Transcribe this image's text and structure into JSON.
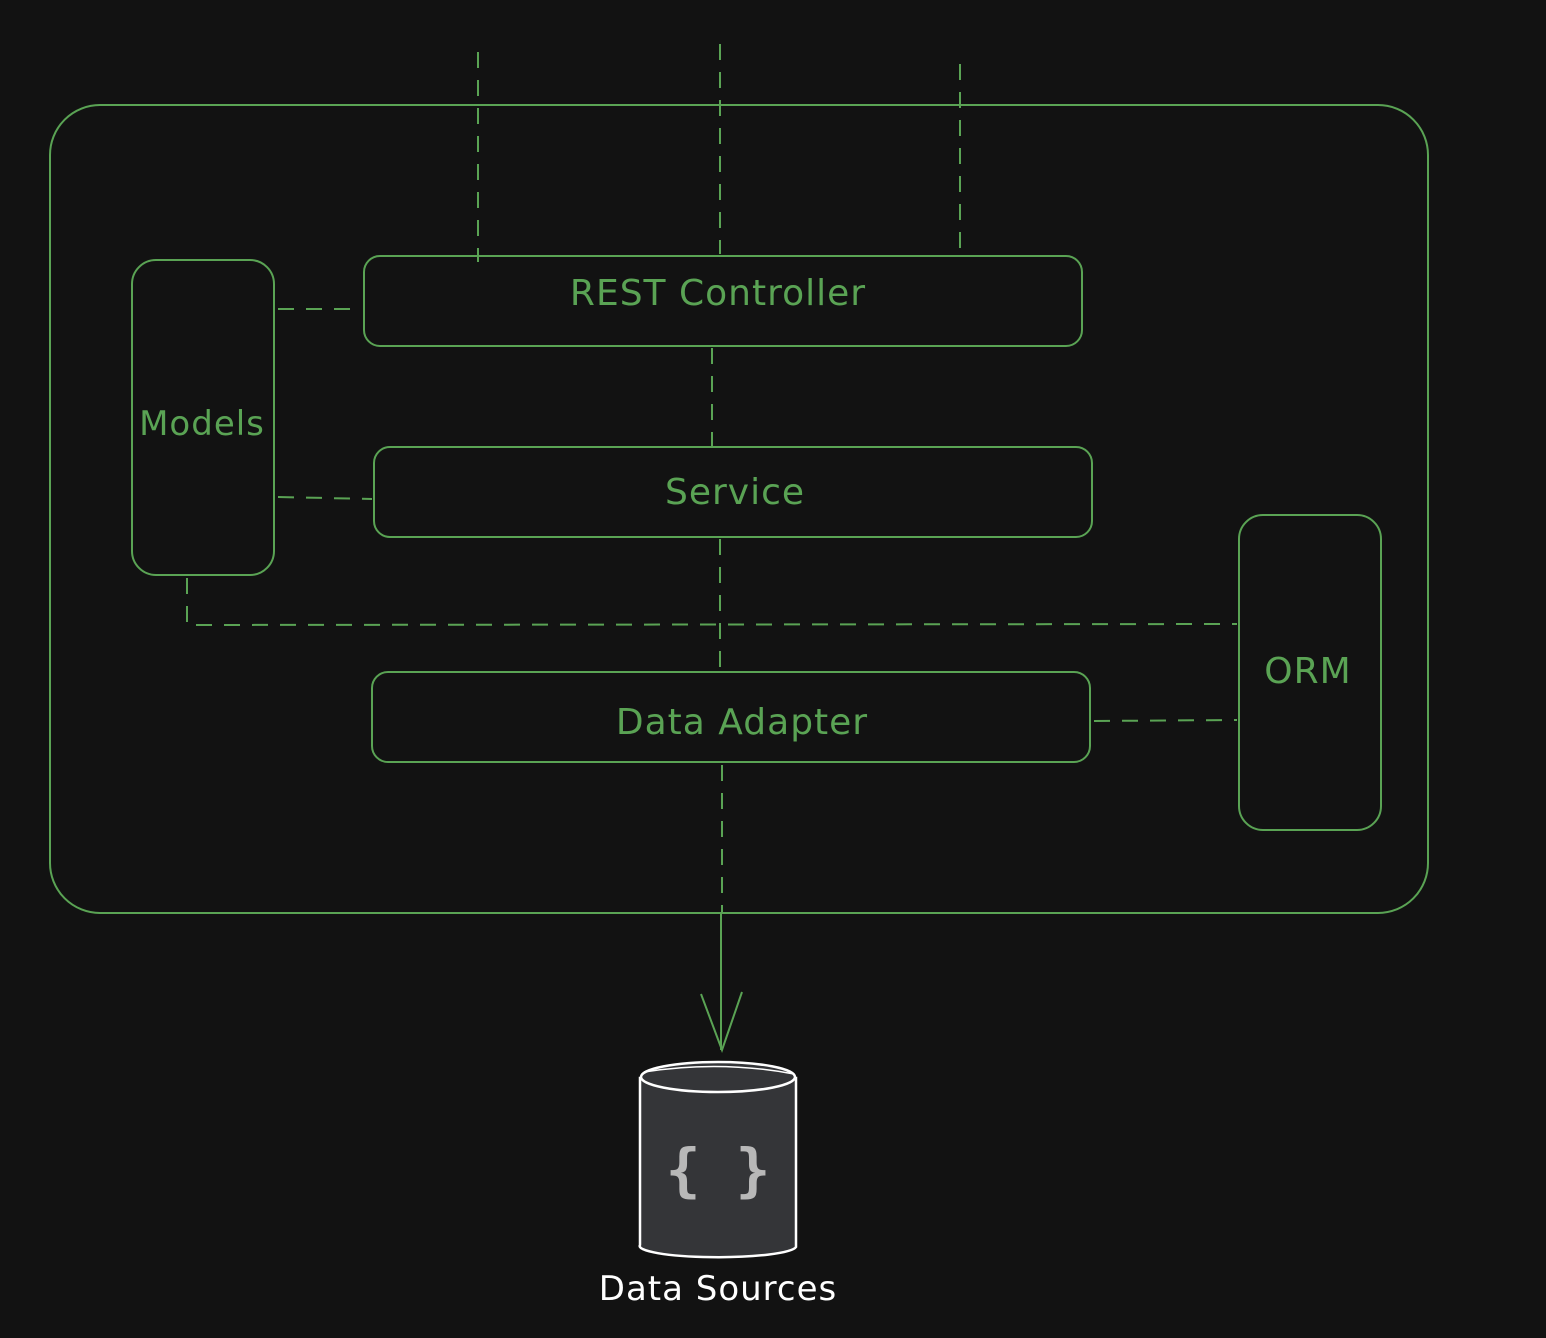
{
  "colors": {
    "background": "#121212",
    "stroke": "#5aa354",
    "db_stroke": "#ffffff",
    "db_fill": "#343538",
    "db_glyph": "#b8b8b8",
    "db_label": "#ffffff"
  },
  "boxes": {
    "rest_controller": "REST Controller",
    "service": "Service",
    "data_adapter": "Data Adapter",
    "models": "Models",
    "orm": "ORM"
  },
  "database": {
    "glyph": "{ }",
    "label": "Data Sources"
  }
}
